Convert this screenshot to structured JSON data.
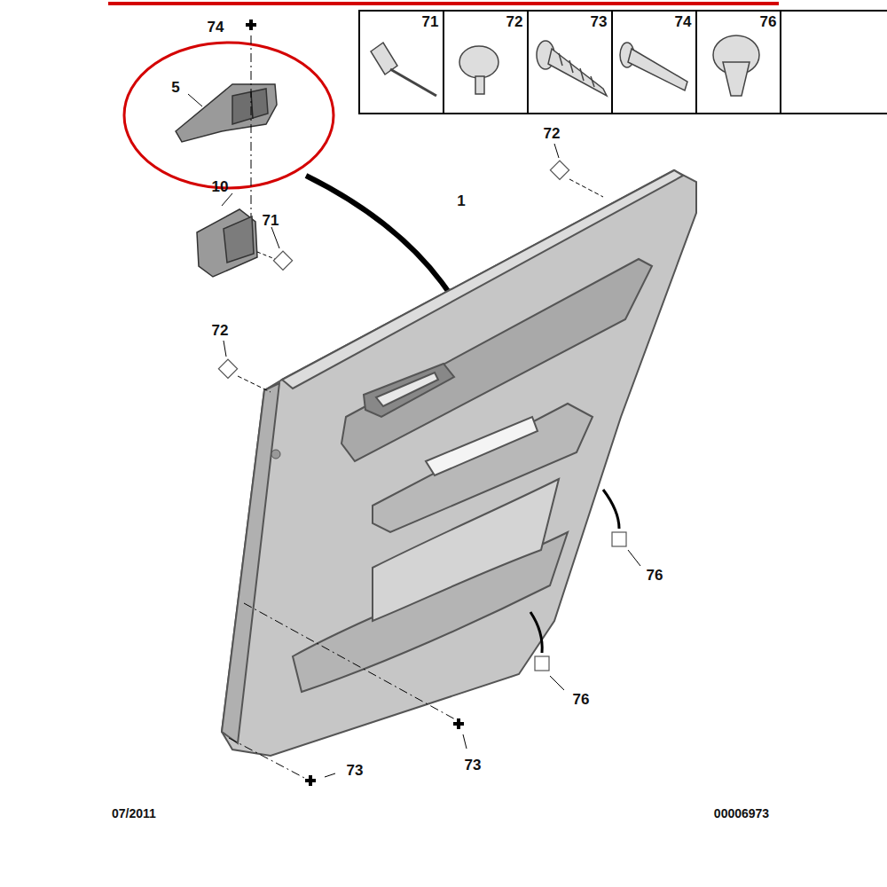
{
  "diagram": {
    "labels": [
      "71",
      "72",
      "73",
      "74",
      "76",
      "74",
      "5",
      "10",
      "71",
      "1",
      "72",
      "72",
      "76",
      "76",
      "73",
      "73",
      "07/2011",
      "00006973"
    ]
  }
}
